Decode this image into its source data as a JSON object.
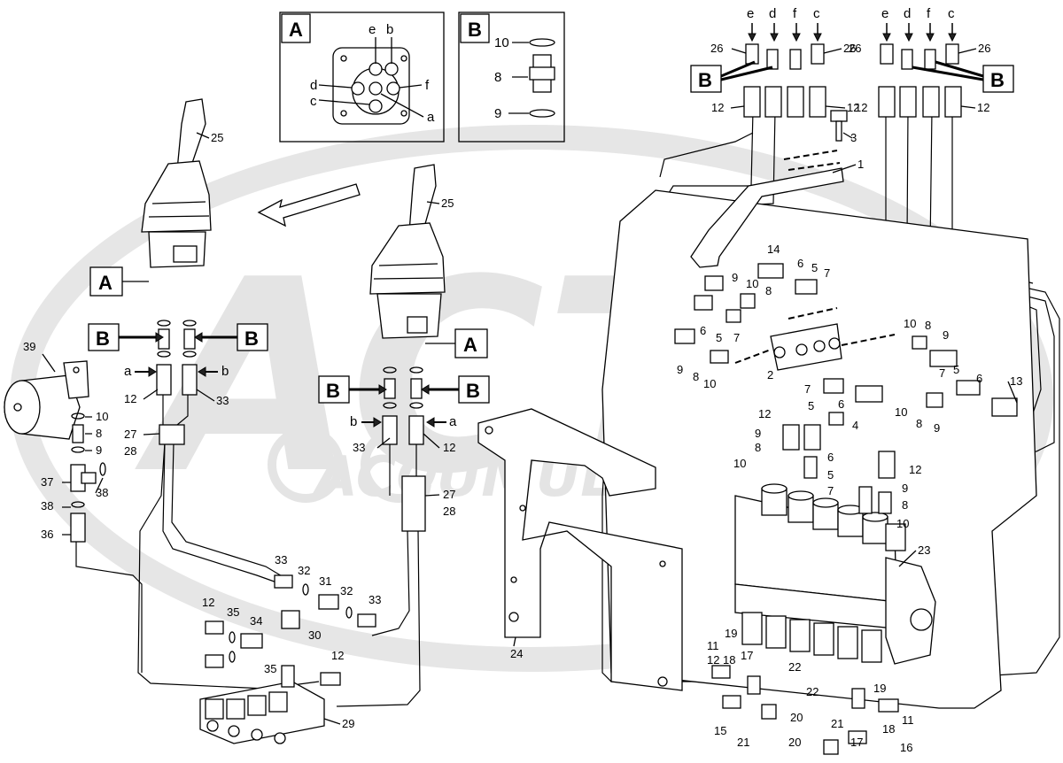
{
  "watermark": {
    "logo_text": "ACTA",
    "sub_text": "ACCUMULATORS"
  },
  "details": {
    "A": {
      "letter": "A",
      "labels": [
        "e",
        "b",
        "d",
        "f",
        "c",
        "a"
      ]
    },
    "B": {
      "letter": "B",
      "labels": [
        "10",
        "8",
        "9"
      ]
    }
  },
  "callouts": {
    "A": "A",
    "B": "B",
    "flow": {
      "a": "a",
      "b": "b"
    }
  },
  "fittings_letters": [
    "e",
    "d",
    "f",
    "c"
  ],
  "part_numbers": {
    "p1": "1",
    "p2": "2",
    "p3": "3",
    "p4": "4",
    "p5": "5",
    "p6": "6",
    "p7": "7",
    "p8": "8",
    "p9": "9",
    "p10": "10",
    "p11": "11",
    "p12": "12",
    "p13": "13",
    "p14": "14",
    "p15": "15",
    "p16": "16",
    "p17": "17",
    "p18": "18",
    "p19": "19",
    "p20": "20",
    "p21": "21",
    "p22": "22",
    "p23": "23",
    "p24": "24",
    "p25": "25",
    "p26": "26",
    "p27": "27",
    "p28": "28",
    "p29": "29",
    "p30": "30",
    "p31": "31",
    "p32": "32",
    "p33": "33",
    "p34": "34",
    "p35": "35",
    "p36": "36",
    "p37": "37",
    "p38": "38",
    "p39": "39"
  }
}
